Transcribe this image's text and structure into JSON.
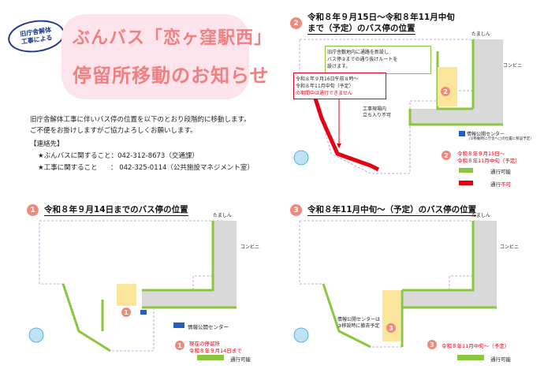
{
  "header": {
    "badge_line1": "旧庁舎解体",
    "badge_line2": "工事による",
    "title_line1": "ぶんバス「恋ヶ窪駅西」",
    "title_line2": "停留所移動のお知らせ"
  },
  "intro": {
    "line1": "旧庁舎解体工事に伴いバス停の位置を以下のとおり段階的に移動します。",
    "line2": "ご不便をお掛けしますがご協力よろしくお願いします。",
    "contact_heading": "【連絡先】",
    "contact1": "★ぶんバスに関すること：042-312-8673（交通課）",
    "contact2_label": "★工事に関すること",
    "contact2_value": "：  042-325-0114（公共施設マネジメント室）"
  },
  "panel1": {
    "number": "1",
    "title": "令和８年９月14日までのバス停の位置",
    "bank": "たましん",
    "conbini": "コンビニ",
    "info_center": "情報公開センター",
    "legend_current_1": "現在の停留所",
    "legend_current_2": "令和８年９月14日まで",
    "legend_ok": "通行可能"
  },
  "panel2": {
    "number": "2",
    "title_line1": "令和８年９月15日～令和８年11月中旬",
    "title_line2": "まで（予定）のバス停の位置",
    "bank": "たましん",
    "conbini": "コンビニ",
    "note_green_1": "旧庁舎敷地内に通路を新設し",
    "note_green_2": "バス停②までの通り抜けルートを",
    "note_green_3": "設けます。",
    "note_red_1": "令和８年９月16日午前８時～",
    "note_red_2": "令和８年11月中旬（予定）",
    "note_red_3": "の期間中は通行できません",
    "construction_1": "工事現場内",
    "construction_2": "立ち入り不可",
    "info_center": "情報公開センター",
    "info_center_sub": "（②移動時に庁舎へ□の位置に移設予定）",
    "legend_stop_1": "令和８年９月15日～",
    "legend_stop_2": "令和８年11月中旬（予定）",
    "legend_ok": "通行可能",
    "legend_ng_1": "通行",
    "legend_ng_2": "不可"
  },
  "panel3": {
    "number": "3",
    "title": "令和８年11月中旬～（予定）のバス停の位置",
    "bank": "たましん",
    "conbini": "コンビニ",
    "info_center_1": "情報公開センターは",
    "info_center_2": "③移設時に撤去予定",
    "legend_stop": "令和８年11月中旬～（予定）",
    "legend_ok": "通行可能"
  },
  "colors": {
    "title_pink": "#f08080",
    "step_circle": "#ef8a7b",
    "walk_green": "#8cc63f",
    "no_walk_red": "#e60012",
    "bus_stop_yellow": "#fbe59a",
    "road_gray": "#d9d9d9",
    "info_blue": "#1f5fbf"
  }
}
